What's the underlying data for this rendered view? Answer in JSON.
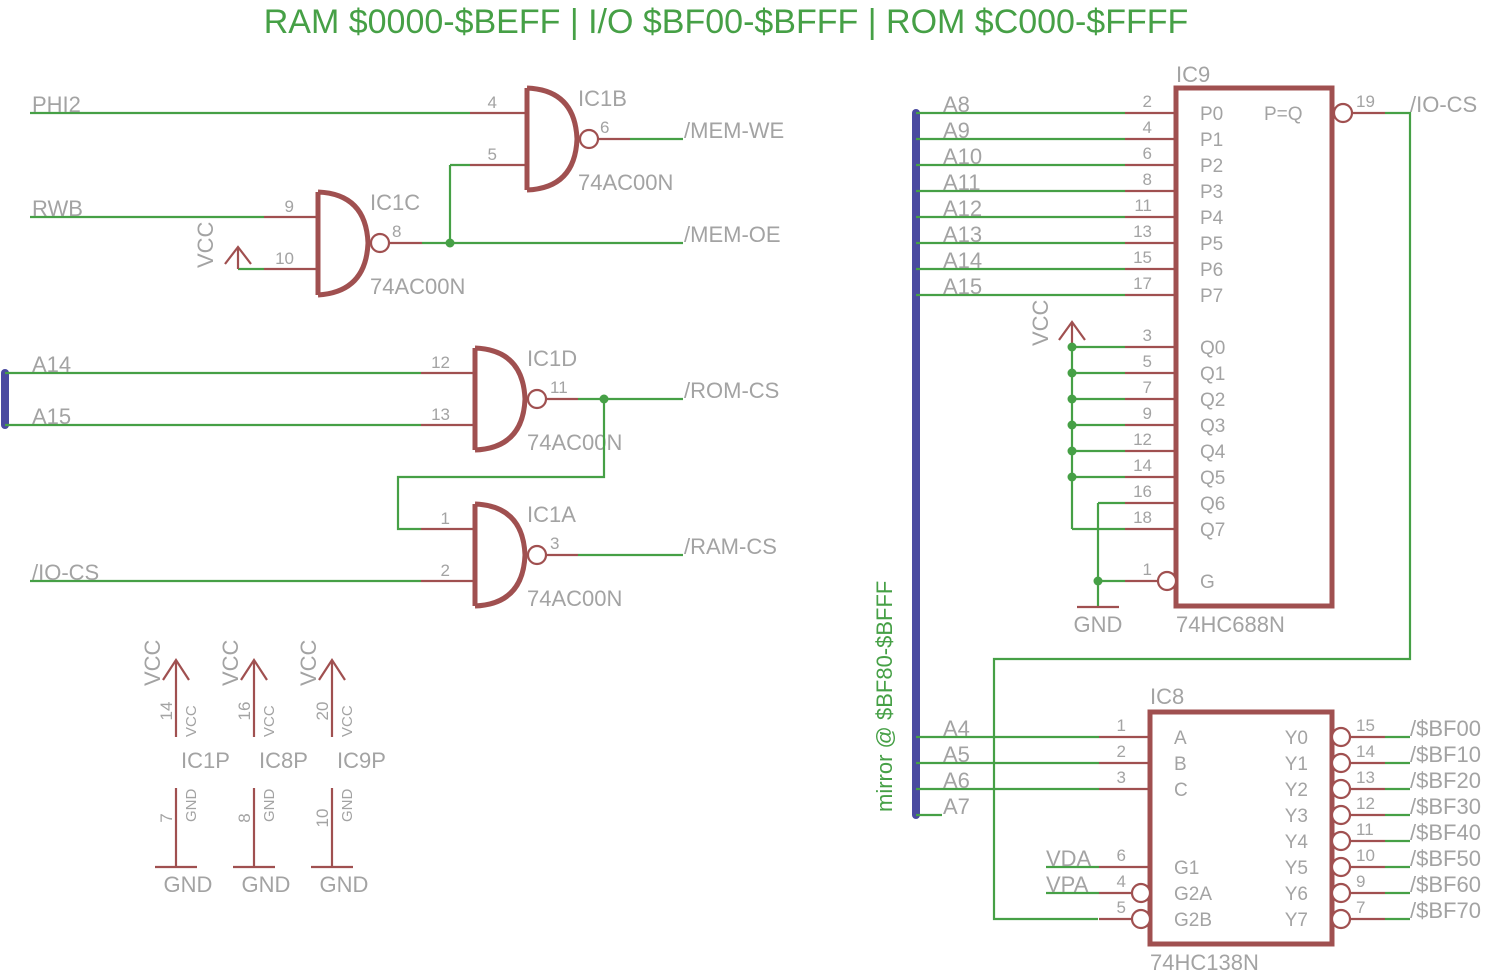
{
  "title": "RAM $0000-$BEFF | I/O $BF00-$BFFF | ROM $C000-$FFFF",
  "colors": {
    "wire": "#46a046",
    "part": "#a05050",
    "bus": "#4a4aa0",
    "text": "#a3a3a3"
  },
  "gates": {
    "ic1b": {
      "name": "IC1B",
      "value": "74AC00N",
      "pins": [
        "4",
        "5",
        "6"
      ]
    },
    "ic1c": {
      "name": "IC1C",
      "value": "74AC00N",
      "pins": [
        "9",
        "10",
        "8"
      ]
    },
    "ic1d": {
      "name": "IC1D",
      "value": "74AC00N",
      "pins": [
        "12",
        "13",
        "11"
      ]
    },
    "ic1a": {
      "name": "IC1A",
      "value": "74AC00N",
      "pins": [
        "1",
        "2",
        "3"
      ]
    }
  },
  "nets": {
    "phi2": "PHI2",
    "rwb": "RWB",
    "a14": "A14",
    "a15": "A15",
    "io_cs_in": "/IO-CS",
    "mem_we": "/MEM-WE",
    "mem_oe": "/MEM-OE",
    "rom_cs": "/ROM-CS",
    "ram_cs": "/RAM-CS",
    "vcc": "VCC",
    "gnd": "GND",
    "io_cs_out": "/IO-CS",
    "vda": "VDA",
    "vpa": "VPA"
  },
  "power": [
    {
      "name": "IC1P",
      "vcc_pin": "14",
      "gnd_pin": "7",
      "vcc": "VCC",
      "gnd": "GND",
      "vcc_pin_name": "VCC",
      "gnd_pin_name": "GND"
    },
    {
      "name": "IC8P",
      "vcc_pin": "16",
      "gnd_pin": "8",
      "vcc": "VCC",
      "gnd": "GND",
      "vcc_pin_name": "VCC",
      "gnd_pin_name": "GND"
    },
    {
      "name": "IC9P",
      "vcc_pin": "20",
      "gnd_pin": "10",
      "vcc": "VCC",
      "gnd": "GND",
      "vcc_pin_name": "VCC",
      "gnd_pin_name": "GND"
    }
  ],
  "ic9": {
    "name": "IC9",
    "value": "74HC688N",
    "out_name": "P=Q",
    "out_pin": "19",
    "g_name": "G",
    "g_pin": "1",
    "p_pins": [
      {
        "net": "A8",
        "pin": "2",
        "name": "P0"
      },
      {
        "net": "A9",
        "pin": "4",
        "name": "P1"
      },
      {
        "net": "A10",
        "pin": "6",
        "name": "P2"
      },
      {
        "net": "A11",
        "pin": "8",
        "name": "P3"
      },
      {
        "net": "A12",
        "pin": "11",
        "name": "P4"
      },
      {
        "net": "A13",
        "pin": "13",
        "name": "P5"
      },
      {
        "net": "A14",
        "pin": "15",
        "name": "P6"
      },
      {
        "net": "A15",
        "pin": "17",
        "name": "P7"
      }
    ],
    "q_pins": [
      {
        "pin": "3",
        "name": "Q0"
      },
      {
        "pin": "5",
        "name": "Q1"
      },
      {
        "pin": "7",
        "name": "Q2"
      },
      {
        "pin": "9",
        "name": "Q3"
      },
      {
        "pin": "12",
        "name": "Q4"
      },
      {
        "pin": "14",
        "name": "Q5"
      },
      {
        "pin": "16",
        "name": "Q6"
      },
      {
        "pin": "18",
        "name": "Q7"
      }
    ]
  },
  "ic8": {
    "name": "IC8",
    "value": "74HC138N",
    "inputs": [
      {
        "net": "A4",
        "pin": "1",
        "name": "A"
      },
      {
        "net": "A5",
        "pin": "2",
        "name": "B"
      },
      {
        "net": "A6",
        "pin": "3",
        "name": "C"
      }
    ],
    "unused_net": "A7",
    "enables": [
      {
        "net": "VDA",
        "pin": "6",
        "name": "G1"
      },
      {
        "net": "VPA",
        "pin": "4",
        "name": "G2A"
      },
      {
        "net": "",
        "pin": "5",
        "name": "G2B"
      }
    ],
    "outputs": [
      {
        "name": "Y0",
        "pin": "15",
        "net": "/$BF00"
      },
      {
        "name": "Y1",
        "pin": "14",
        "net": "/$BF10"
      },
      {
        "name": "Y2",
        "pin": "13",
        "net": "/$BF20"
      },
      {
        "name": "Y3",
        "pin": "12",
        "net": "/$BF30"
      },
      {
        "name": "Y4",
        "pin": "11",
        "net": "/$BF40"
      },
      {
        "name": "Y5",
        "pin": "10",
        "net": "/$BF50"
      },
      {
        "name": "Y6",
        "pin": "9",
        "net": "/$BF60"
      },
      {
        "name": "Y7",
        "pin": "7",
        "net": "/$BF70"
      }
    ]
  },
  "bus_note": "mirror @ $BF80-$BFFF"
}
